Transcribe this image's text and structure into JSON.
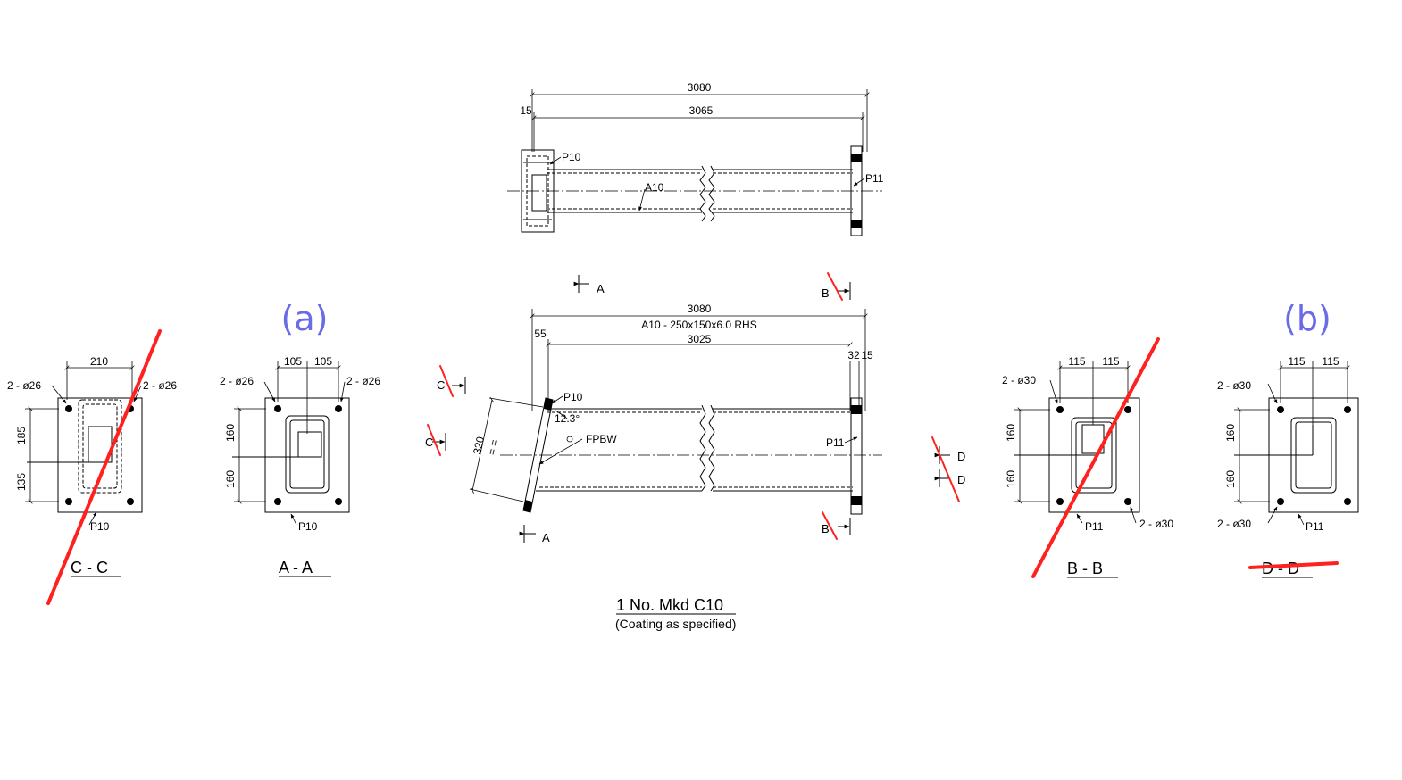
{
  "panel_labels": {
    "a": "(a)",
    "b": "(b)"
  },
  "plan_view": {
    "overall_length": "3080",
    "inner_length": "3065",
    "offset": "15",
    "plate_left": "P10",
    "plate_right": "P11",
    "member": "A10"
  },
  "elevation": {
    "overall_length": "3080",
    "member_spec": "A10 - 250x150x6.0 RHS",
    "member_length": "3025",
    "left_offset": "55",
    "right_dims": {
      "a": "32",
      "b": "15"
    },
    "plate_left": "P10",
    "plate_right": "P11",
    "angle": "12.3°",
    "weld": "FPBW",
    "plate_depth": "320",
    "equal_marks": "= ="
  },
  "section_marks": {
    "a": "A",
    "b": "B",
    "c": "C",
    "d": "D"
  },
  "section_cc": {
    "title": "C - C",
    "width": "210",
    "holes_left": "2 - ø26",
    "holes_right": "2 - ø26",
    "dim_upper": "185",
    "dim_lower": "135",
    "plate": "P10"
  },
  "section_aa": {
    "title": "A - A",
    "width_left": "105",
    "width_right": "105",
    "holes_left": "2 - ø26",
    "holes_right": "2 - ø26",
    "dim_upper": "160",
    "dim_lower": "160",
    "plate": "P10"
  },
  "section_bb": {
    "title": "B - B",
    "width_left": "115",
    "width_right": "115",
    "holes_top": "2 - ø30",
    "holes_bottom": "2 - ø30",
    "dim_upper": "160",
    "dim_lower": "160",
    "plate": "P11"
  },
  "section_dd": {
    "title": "D - D",
    "width_left": "115",
    "width_right": "115",
    "holes_top": "2 - ø30",
    "holes_bottom": "2 - ø30",
    "dim_upper": "160",
    "dim_lower": "160",
    "plate": "P11"
  },
  "mark": {
    "title": "1 No. Mkd C10",
    "note": "(Coating as specified)"
  },
  "colors": {
    "annotation": "#6b6be8",
    "strike": "#ff2020"
  }
}
